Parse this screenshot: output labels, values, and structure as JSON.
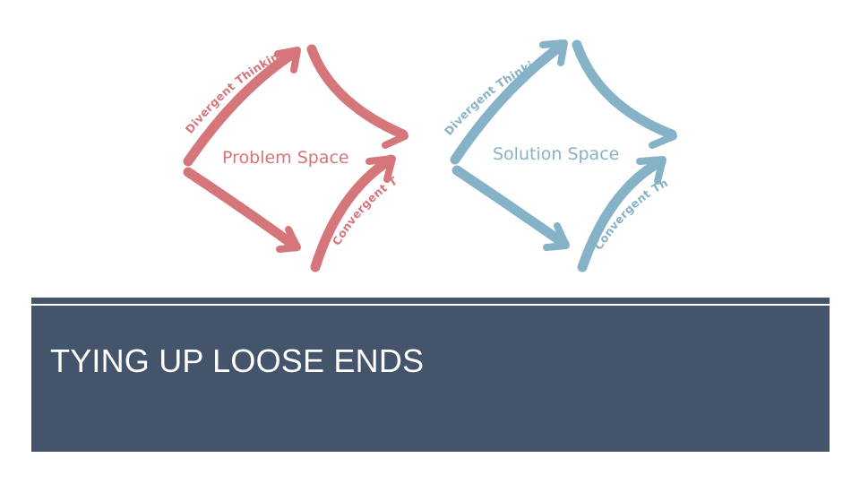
{
  "diagram": {
    "problem": {
      "label": "Problem Space",
      "divergent_label": "Divergent Thinking",
      "convergent_label": "Convergent Thinking",
      "color": "#d5767a"
    },
    "solution": {
      "label": "Solution Space",
      "divergent_label": "Divergent Thinking",
      "convergent_label": "Convergent Thinking",
      "color": "#86b2c8"
    }
  },
  "title_band": {
    "title": "TYING UP LOOSE ENDS",
    "background": "#44546a"
  }
}
